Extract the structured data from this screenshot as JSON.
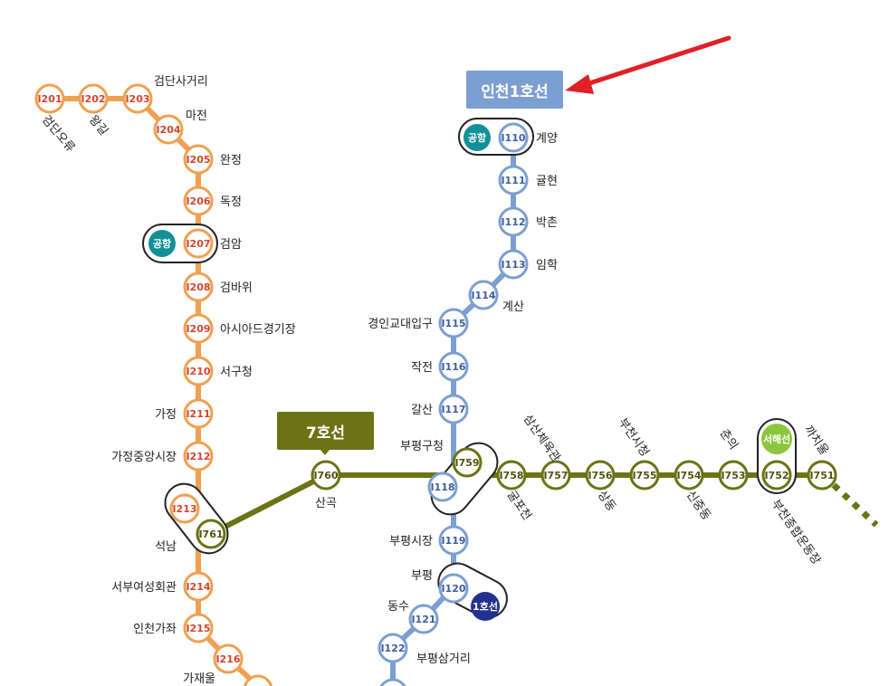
{
  "lines": {
    "line1": {
      "label": "인천1호선",
      "color": "#7c9fd1"
    },
    "line2": {
      "color": "#f0a050"
    },
    "line7": {
      "label": "7호선",
      "color": "#6b7314"
    }
  },
  "badges": {
    "airport_1": "공항",
    "airport_2": "공항",
    "korail1": "1호선",
    "seohae": "서해선"
  },
  "badge_colors": {
    "airport": "#12909a",
    "korail1": "#23318c",
    "seohae": "#8cc63f",
    "arrow": "#e02026"
  },
  "stations_line2": [
    {
      "code": "I201",
      "name": "검단오류"
    },
    {
      "code": "I202",
      "name": "왕길"
    },
    {
      "code": "I203",
      "name": "검단사거리"
    },
    {
      "code": "I204",
      "name": "마전"
    },
    {
      "code": "I205",
      "name": "완정"
    },
    {
      "code": "I206",
      "name": "독정"
    },
    {
      "code": "I207",
      "name": "검암"
    },
    {
      "code": "I208",
      "name": "검바위"
    },
    {
      "code": "I209",
      "name": "아시아드경기장"
    },
    {
      "code": "I210",
      "name": "서구청"
    },
    {
      "code": "I211",
      "name": "가정"
    },
    {
      "code": "I212",
      "name": "가정중앙시장"
    },
    {
      "code": "I213",
      "name": "석남"
    },
    {
      "code": "I214",
      "name": "서부여성회관"
    },
    {
      "code": "I215",
      "name": "인천가좌"
    },
    {
      "code": "I216",
      "name": "가재울"
    }
  ],
  "stations_line1": [
    {
      "code": "I110",
      "name": "계양"
    },
    {
      "code": "I111",
      "name": "귤현"
    },
    {
      "code": "I112",
      "name": "박촌"
    },
    {
      "code": "I113",
      "name": "임학"
    },
    {
      "code": "I114",
      "name": "계산"
    },
    {
      "code": "I115",
      "name": "경인교대입구"
    },
    {
      "code": "I116",
      "name": "작전"
    },
    {
      "code": "I117",
      "name": "갈산"
    },
    {
      "code": "I118",
      "name": "부평구청"
    },
    {
      "code": "I119",
      "name": "부평시장"
    },
    {
      "code": "I120",
      "name": "부평"
    },
    {
      "code": "I121",
      "name": "동수"
    },
    {
      "code": "I122",
      "name": "부평삼거리"
    }
  ],
  "stations_line7": [
    {
      "code": "I761",
      "name": ""
    },
    {
      "code": "I760",
      "name": "산곡"
    },
    {
      "code": "I759",
      "name": ""
    },
    {
      "code": "I758",
      "name": "굴포천"
    },
    {
      "code": "I757",
      "name": "삼산체육관"
    },
    {
      "code": "I756",
      "name": "상동"
    },
    {
      "code": "I755",
      "name": "부천시청"
    },
    {
      "code": "I754",
      "name": "신중동"
    },
    {
      "code": "I753",
      "name": "춘의"
    },
    {
      "code": "I752",
      "name": "부천종합운동장"
    },
    {
      "code": "I751",
      "name": "까치울"
    }
  ]
}
